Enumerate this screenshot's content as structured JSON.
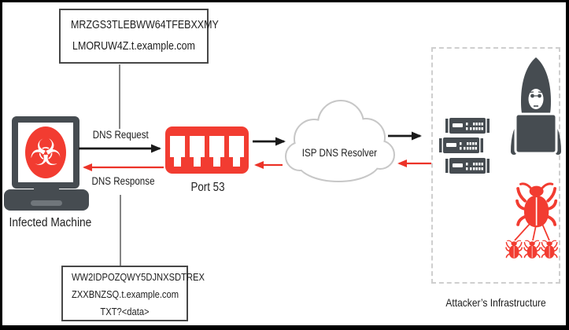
{
  "colors": {
    "red": "#f23c31",
    "arrow_red": "#ec3328",
    "arrow_black": "#1a1a1a",
    "dark_gray": "#464c51",
    "cloud_outline": "#c7c7c7",
    "box_border": "#474747",
    "dashed_border": "#cfcfcf",
    "background": "#ffffff",
    "text": "#1e1e1e"
  },
  "dns_query_box": {
    "line1": "MRZGS3TLEBWW64TFEBXXMY",
    "line2": "LMORUW4Z.t.example.com"
  },
  "dns_answer_box": {
    "line1": "WW2IDPOZQWY5DJNXSDTREX",
    "line2": "ZXXBNZSQ.t.example.com",
    "line3": "TXT?<data>"
  },
  "nodes": {
    "infected_machine_label": "Infected Machine",
    "port_label": "Port 53",
    "resolver_label": "ISP DNS Resolver",
    "attacker_label": "Attacker’s Infrastructure"
  },
  "flows": {
    "request_label": "DNS Request",
    "response_label": "DNS Response"
  },
  "icons": {
    "biohazard_glyph": "☣",
    "laptop": "laptop with biohazard screen",
    "switch": "red 4-port network switch",
    "cloud": "cloud",
    "servers": "stack of 3 rack servers",
    "hacker": "hooded hacker at laptop",
    "bugs": "large bug linked to 3 small bugs"
  }
}
